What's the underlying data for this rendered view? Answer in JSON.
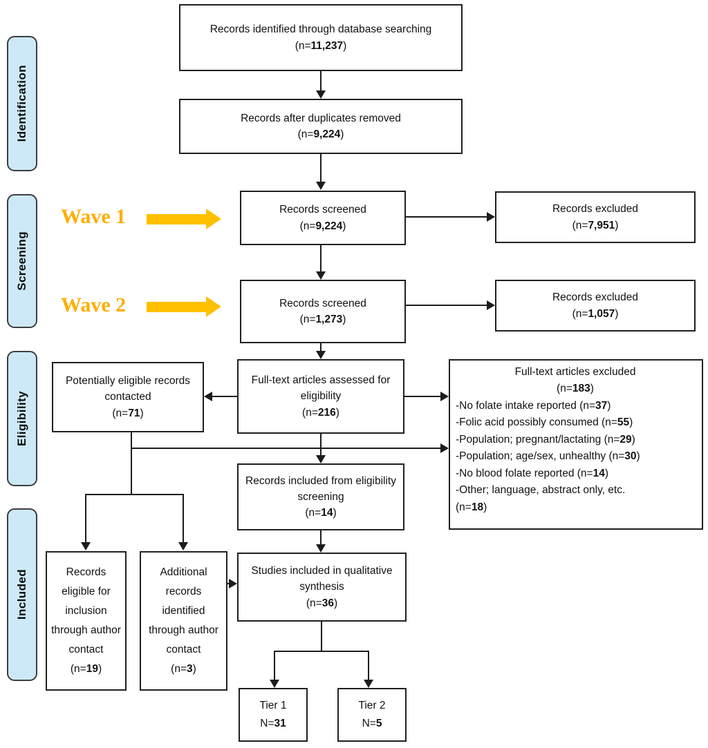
{
  "sidebar": {
    "identification": "Identification",
    "screening": "Screening",
    "eligibility": "Eligibility",
    "included": "Included"
  },
  "waves": {
    "wave1": "Wave 1",
    "wave2": "Wave 2"
  },
  "boxes": {
    "identified": {
      "label": "Records identified through database searching",
      "pre": "(n=",
      "num": "11,237",
      "post": ")"
    },
    "duplicates": {
      "label": "Records after duplicates removed",
      "pre": "(n=",
      "num": "9,224",
      "post": ")"
    },
    "screened_w1": {
      "label": "Records screened",
      "pre": "(n=",
      "num": "9,224",
      "post": ")"
    },
    "excluded_w1": {
      "label": "Records excluded",
      "pre": "(n=",
      "num": "7,951",
      "post": ")"
    },
    "screened_w2": {
      "label": "Records screened",
      "pre": "(n=",
      "num": "1,273",
      "post": ")"
    },
    "excluded_w2": {
      "label": "Records excluded",
      "pre": "(n=",
      "num": "1,057",
      "post": ")"
    },
    "contacted": {
      "label": "Potentially eligible records contacted",
      "pre": "(n=",
      "num": "71",
      "post": ")"
    },
    "fulltext": {
      "label": "Full-text articles assessed for eligibility",
      "pre": "(n=",
      "num": "216",
      "post": ")"
    },
    "ft_excluded": {
      "title": "Full-text articles excluded",
      "pre": "(n=",
      "num": "183",
      "post": ")",
      "bullets": [
        {
          "pre": "-No folate intake reported (n=",
          "num": "37",
          "post": ")"
        },
        {
          "pre": "-Folic acid possibly consumed (n=",
          "num": "55",
          "post": ")"
        },
        {
          "pre": "-Population; pregnant/lactating (n=",
          "num": "29",
          "post": ")"
        },
        {
          "pre": "-Population; age/sex, unhealthy (n=",
          "num": "30",
          "post": ")"
        },
        {
          "pre": "-No blood folate reported (n=",
          "num": "14",
          "post": ")"
        },
        {
          "pre": "-Other; language, abstract only, etc.\n(n=",
          "num": "18",
          "post": ")"
        }
      ]
    },
    "included_elig": {
      "label": "Records included from eligibility screening",
      "pre": "(n=",
      "num": "14",
      "post": ")"
    },
    "author_eligible": {
      "label": "Records eligible for inclusion through author contact",
      "pre": "(n=",
      "num": "19",
      "post": ")"
    },
    "author_additional": {
      "label": "Additional records identified through author contact",
      "pre": "(n=",
      "num": "3",
      "post": ")"
    },
    "studies": {
      "label": "Studies included in qualitative synthesis",
      "pre": "(n=",
      "num": "36",
      "post": ")"
    },
    "tier1": {
      "label": "Tier 1",
      "pre": "N=",
      "num": "31",
      "post": ""
    },
    "tier2": {
      "label": "Tier 2",
      "pre": "N=",
      "num": "5",
      "post": ""
    }
  },
  "colors": {
    "accent_gold": "#FFC000",
    "wave_text": "#FFAE00",
    "sidebar_fill": "#CDE9F7"
  }
}
